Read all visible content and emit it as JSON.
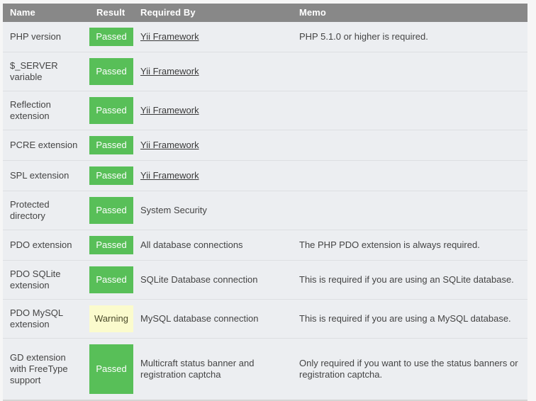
{
  "table": {
    "columns": [
      "Name",
      "Result",
      "Required By",
      "Memo"
    ],
    "colors": {
      "header_bg": "#888888",
      "row_bg": "#eceef1",
      "passed_bg": "#58bf58",
      "passed_text": "#ffffff",
      "warning_bg": "#fbfbcd",
      "warning_text": "#4a4a2a",
      "page_bg": "#f6f6f6"
    },
    "rows": [
      {
        "name": "PHP version",
        "result": "Passed",
        "result_state": "passed",
        "required_by": "Yii Framework",
        "required_by_is_link": true,
        "memo": "PHP 5.1.0 or higher is required."
      },
      {
        "name": "$_SERVER variable",
        "result": "Passed",
        "result_state": "passed",
        "required_by": "Yii Framework",
        "required_by_is_link": true,
        "memo": ""
      },
      {
        "name": "Reflection extension",
        "result": "Passed",
        "result_state": "passed",
        "required_by": "Yii Framework",
        "required_by_is_link": true,
        "memo": ""
      },
      {
        "name": "PCRE extension",
        "result": "Passed",
        "result_state": "passed",
        "required_by": "Yii Framework",
        "required_by_is_link": true,
        "memo": ""
      },
      {
        "name": "SPL extension",
        "result": "Passed",
        "result_state": "passed",
        "required_by": "Yii Framework",
        "required_by_is_link": true,
        "memo": ""
      },
      {
        "name": "Protected directory",
        "result": "Passed",
        "result_state": "passed",
        "required_by": "System Security",
        "required_by_is_link": false,
        "memo": ""
      },
      {
        "name": "PDO extension",
        "result": "Passed",
        "result_state": "passed",
        "required_by": "All database connections",
        "required_by_is_link": false,
        "memo": "The PHP PDO extension is always required."
      },
      {
        "name": "PDO SQLite extension",
        "result": "Passed",
        "result_state": "passed",
        "required_by": "SQLite Database connection",
        "required_by_is_link": false,
        "memo": "This is required if you are using an SQLite database."
      },
      {
        "name": "PDO MySQL extension",
        "result": "Warning",
        "result_state": "warning",
        "required_by": "MySQL database connection",
        "required_by_is_link": false,
        "memo": "This is required if you are using a MySQL database."
      },
      {
        "name": "GD extension with FreeType support",
        "result": "Passed",
        "result_state": "passed",
        "required_by": "Multicraft status banner and registration captcha",
        "required_by_is_link": false,
        "memo": "Only required if you want to use the status banners or registration captcha."
      }
    ]
  }
}
